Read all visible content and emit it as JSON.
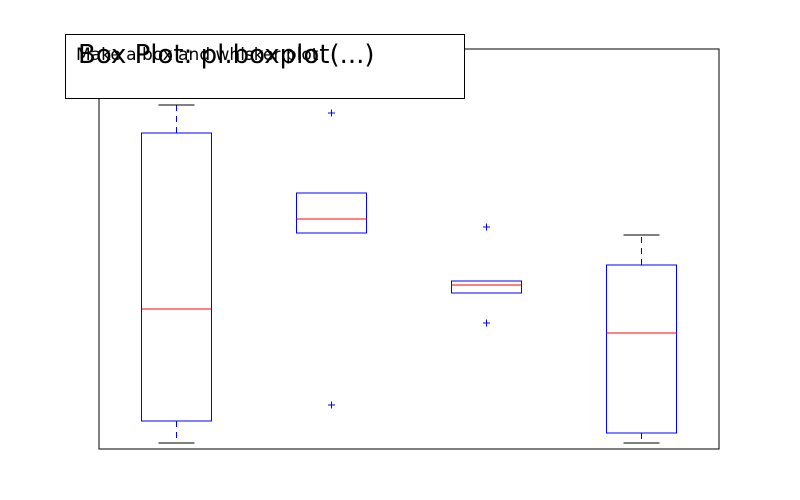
{
  "chart_data": {
    "type": "box",
    "title": "Box Plot:   pl.boxplot(...)",
    "subtitle": "Make a box and whisker plot",
    "xlabel": "",
    "ylabel": "",
    "ylim": [
      0,
      100
    ],
    "grid": false,
    "axis_ticks": false,
    "boxes": [
      {
        "whisker_low": 1.5,
        "q1": 7,
        "median": 35,
        "q3": 79,
        "whisker_high": 86,
        "outliers": []
      },
      {
        "whisker_low": 54,
        "q1": 54,
        "median": 57.5,
        "q3": 64,
        "whisker_high": 64,
        "outliers": [
          11,
          84
        ]
      },
      {
        "whisker_low": 39,
        "q1": 39,
        "median": 41,
        "q3": 42,
        "whisker_high": 42,
        "outliers": [
          31.5,
          55.5
        ]
      },
      {
        "whisker_low": 1.5,
        "q1": 4,
        "median": 29,
        "q3": 46,
        "whisker_high": 53.5,
        "outliers": []
      }
    ],
    "colors": {
      "box": "#0000ff",
      "median": "#ff0000",
      "cap": "#000000",
      "outlier": "#0000ff",
      "frame": "#000000"
    }
  }
}
